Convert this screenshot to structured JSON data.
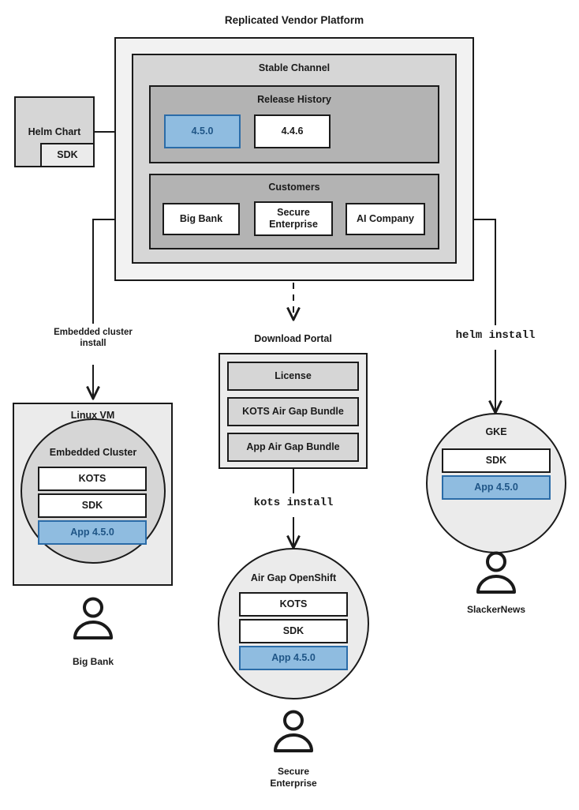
{
  "diagram": {
    "title": "Replicated Vendor Platform",
    "platform": {
      "stable_channel": {
        "title": "Stable Channel",
        "release_history": {
          "title": "Release History",
          "releases": [
            {
              "version": "4.5.0",
              "highlighted": true
            },
            {
              "version": "4.4.6",
              "highlighted": false
            }
          ]
        },
        "customers": {
          "title": "Customers",
          "items": [
            {
              "name": "Big Bank"
            },
            {
              "name": "Secure Enterprise"
            },
            {
              "name": "AI Company"
            }
          ]
        }
      }
    },
    "source": {
      "helm_chart": {
        "title": "Helm Chart",
        "sdk": "SDK"
      }
    },
    "edges": {
      "embedded_cluster_install": "Embedded cluster\ninstall",
      "embedded_cluster_install_line1": "Embedded cluster",
      "embedded_cluster_install_line2": "install",
      "kots_install": "kots install",
      "helm_install": "helm install"
    },
    "download_portal": {
      "title": "Download Portal",
      "items": [
        "License",
        "KOTS Air Gap Bundle",
        "App Air Gap Bundle"
      ]
    },
    "targets": [
      {
        "id": "linux-vm",
        "title": "Linux VM",
        "inner_title": "Embedded Cluster",
        "components": [
          {
            "label": "KOTS",
            "highlighted": false
          },
          {
            "label": "SDK",
            "highlighted": false
          },
          {
            "label": "App 4.5.0",
            "highlighted": true
          }
        ],
        "owner": "Big Bank"
      },
      {
        "id": "air-gap-openshift",
        "title": "Air Gap OpenShift",
        "components": [
          {
            "label": "KOTS",
            "highlighted": false
          },
          {
            "label": "SDK",
            "highlighted": false
          },
          {
            "label": "App 4.5.0",
            "highlighted": true
          }
        ],
        "owner_line1": "Secure",
        "owner_line2": "Enterprise",
        "owner": "Secure Enterprise"
      },
      {
        "id": "gke",
        "title": "GKE",
        "components": [
          {
            "label": "SDK",
            "highlighted": false
          },
          {
            "label": "App 4.5.0",
            "highlighted": true
          }
        ],
        "owner": "SlackerNews"
      }
    ],
    "colors": {
      "stroke": "#1a1a1a",
      "highlight_fill": "#8fbce0",
      "highlight_border": "#2b6ca8",
      "highlight_text": "#1f5586",
      "outer_fill": "#f2f2f2",
      "channel_fill": "#d6d6d6",
      "section_fill": "#b3b3b3"
    }
  }
}
